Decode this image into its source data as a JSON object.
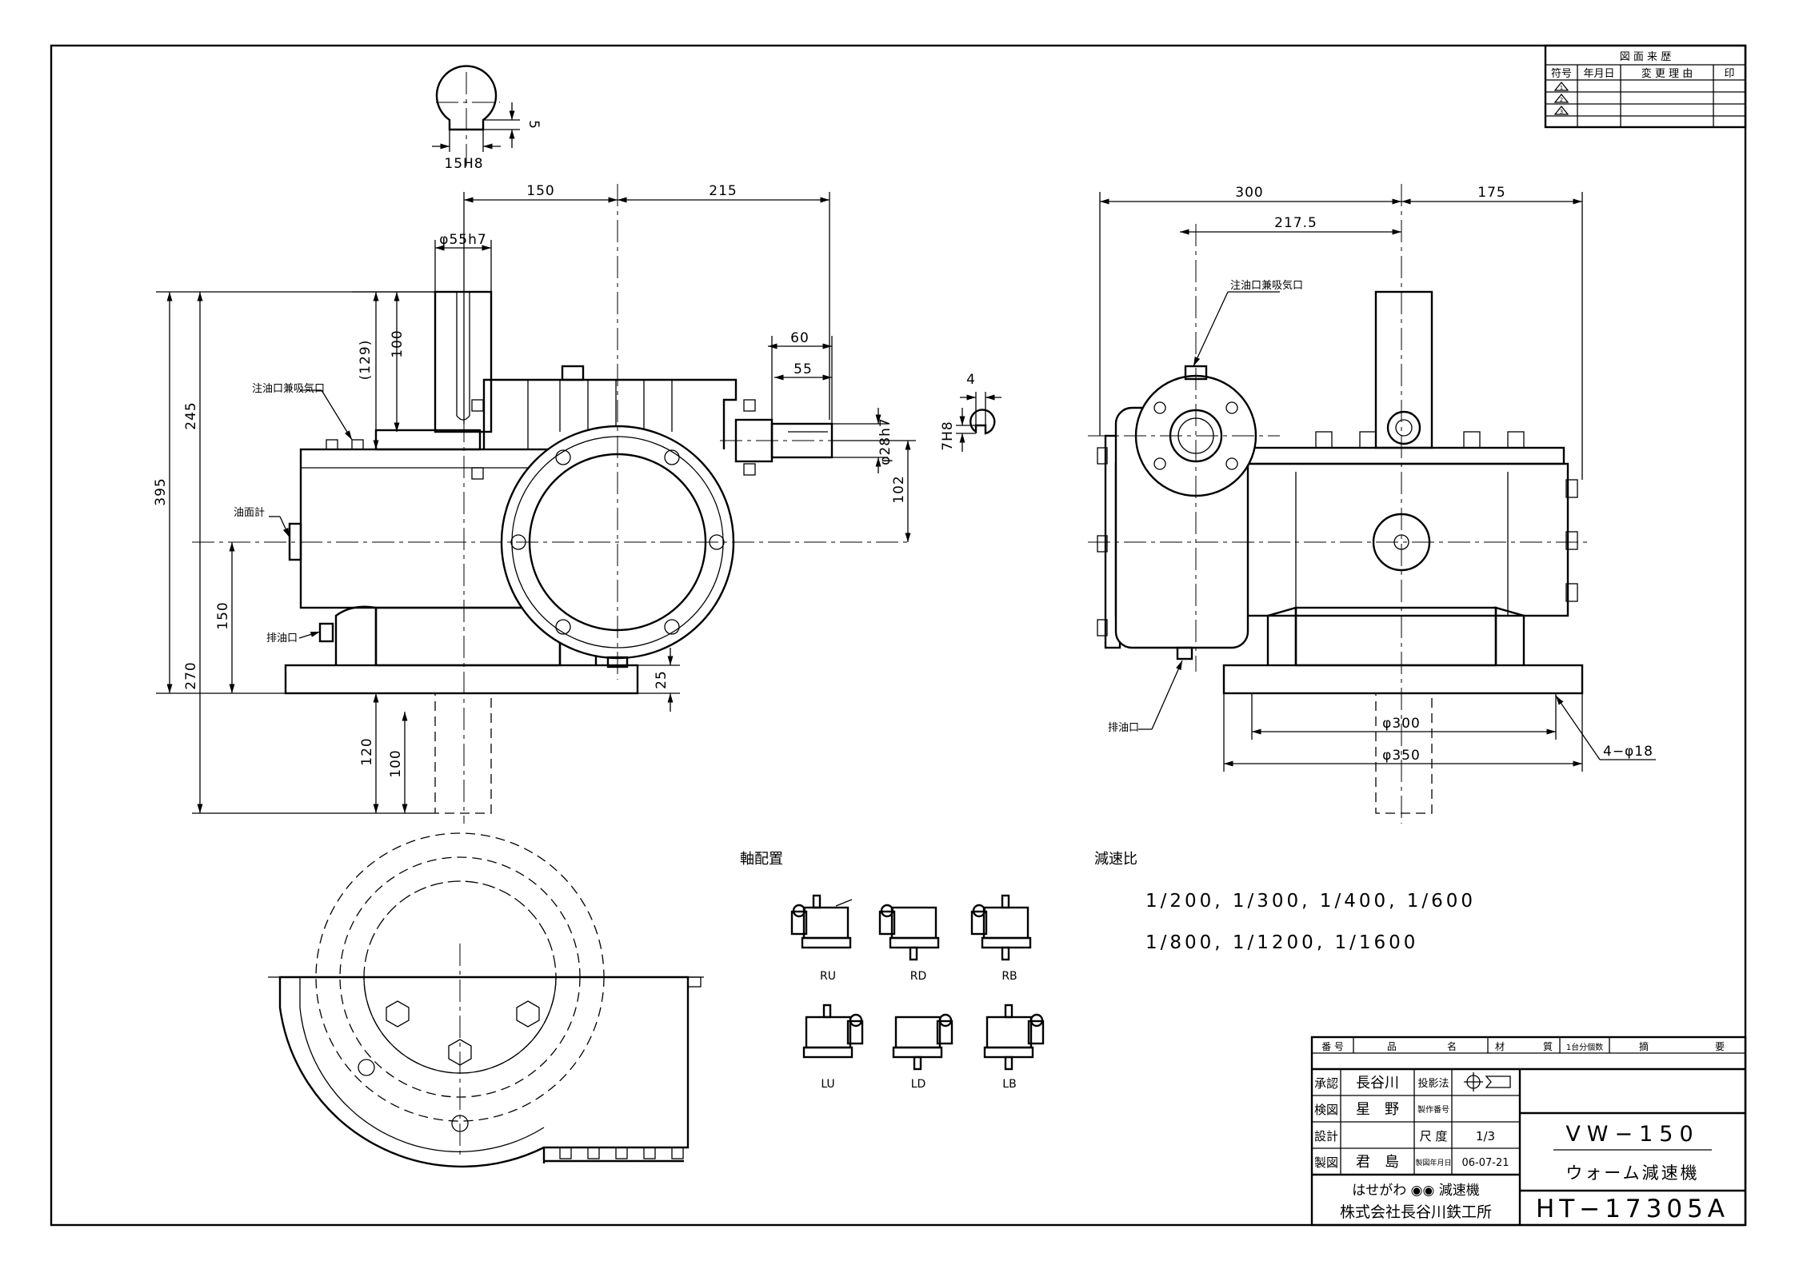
{
  "frame": {
    "outer_border_color": "#000000",
    "background": "#ffffff"
  },
  "revision_block": {
    "title": "図 面 来 歴",
    "headers": [
      "符号",
      "年月日",
      "変 更 理 由",
      "印"
    ],
    "symbols": [
      "1",
      "2",
      "3"
    ]
  },
  "keyway_detail": {
    "width": "15H8",
    "depth": "5"
  },
  "front_view": {
    "dims": {
      "d150_top": "150",
      "d215_top": "215",
      "shaft_dia": "φ55h7",
      "d129": "(129)",
      "d100_top": "100",
      "d245": "245",
      "d395": "395",
      "d150_left": "150",
      "d270": "270",
      "d120": "120",
      "d100_bottom": "100",
      "d25": "25",
      "d60": "60",
      "d55": "55",
      "d28": "φ28h7",
      "d102": "102",
      "d4": "4",
      "d7h8": "7H8"
    },
    "labels": {
      "fill_port": "注油口兼吸気口",
      "oil_gauge": "油面計",
      "drain": "排油口"
    }
  },
  "side_view": {
    "dims": {
      "d300": "300",
      "d175": "175",
      "d217_5": "217.5",
      "pcd300": "φ300",
      "od350": "φ350",
      "holes": "4−φ18"
    },
    "labels": {
      "fill_port": "注油口兼吸気口",
      "drain": "排油口"
    }
  },
  "shaft_arrangement": {
    "title": "軸配置",
    "items": [
      "RU",
      "RD",
      "RB",
      "LU",
      "LD",
      "LB"
    ]
  },
  "reduction_ratio": {
    "title": "減速比",
    "line1": "1/200, 1/300, 1/400, 1/600",
    "line2": "1/800, 1/1200, 1/1600"
  },
  "title_block": {
    "headers": [
      "番 号",
      "品",
      "名",
      "材",
      "質",
      "1台分個数",
      "摘",
      "要"
    ],
    "rows": [
      {
        "label": "承認",
        "name": "長谷川",
        "key": "投影法",
        "value": ""
      },
      {
        "label": "検図",
        "name": "星　野",
        "key": "製作番号",
        "value": ""
      },
      {
        "label": "設計",
        "name": "",
        "key": "尺 度",
        "value": "1/3"
      },
      {
        "label": "製図",
        "name": "君　島",
        "key": "製図年月日",
        "value": "06-07-21"
      }
    ],
    "brand_line": "はせがわ ◉◉ 減速機",
    "company": "株式会社長谷川鉄工所",
    "model": "VW−150",
    "product_name": "ウォーム減速機",
    "drawing_no": "HT−17305A"
  }
}
